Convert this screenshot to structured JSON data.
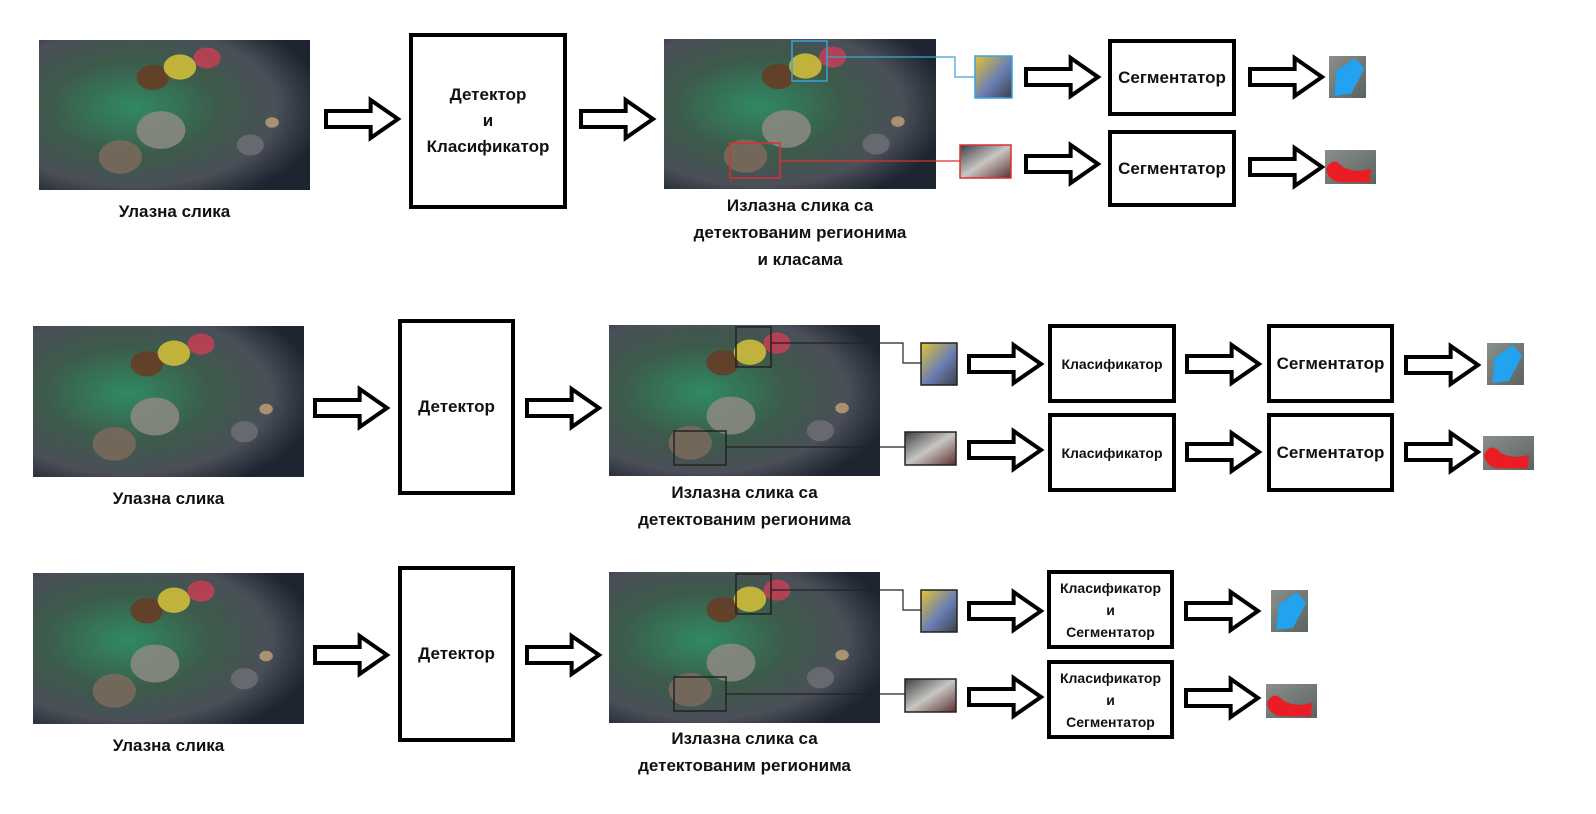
{
  "colors": {
    "box_border": "#000000",
    "arrow_fill": "#ffffff",
    "blue_roi": "#3aa3d8",
    "red_roi": "#d93030",
    "mask_blue": "#22a2ef",
    "mask_red": "#ea1c24",
    "photo_dark": "#1e2530",
    "photo_green": "#2f8a63"
  },
  "icons": [
    "arrow-icon"
  ],
  "rows": [
    {
      "input_label": "Улазна слика",
      "detector": [
        "Детектор",
        "и",
        "Класификатор"
      ],
      "output_label": [
        "Излазна слика са",
        "детектованим регионима",
        "и класама"
      ],
      "branches": [
        {
          "stages": [
            [
              "Сегментатор"
            ]
          ],
          "mask": "blue"
        },
        {
          "stages": [
            [
              "Сегментатор"
            ]
          ],
          "mask": "red"
        }
      ]
    },
    {
      "input_label": "Улазна слика",
      "detector": [
        "Детектор"
      ],
      "output_label": [
        "Излазна слика са",
        "детектованим регионима"
      ],
      "branches": [
        {
          "stages": [
            [
              "Класификатор"
            ],
            [
              "Сегментатор"
            ]
          ],
          "mask": "blue"
        },
        {
          "stages": [
            [
              "Класификатор"
            ],
            [
              "Сегментатор"
            ]
          ],
          "mask": "red"
        }
      ]
    },
    {
      "input_label": "Улазна слика",
      "detector": [
        "Детектор"
      ],
      "output_label": [
        "Излазна слика са",
        "детектованим регионима"
      ],
      "branches": [
        {
          "stages": [
            [
              "Класификатор",
              "и",
              "Сегментатор"
            ]
          ],
          "mask": "blue"
        },
        {
          "stages": [
            [
              "Класификатор",
              "и",
              "Сегментатор"
            ]
          ],
          "mask": "red"
        }
      ]
    }
  ]
}
